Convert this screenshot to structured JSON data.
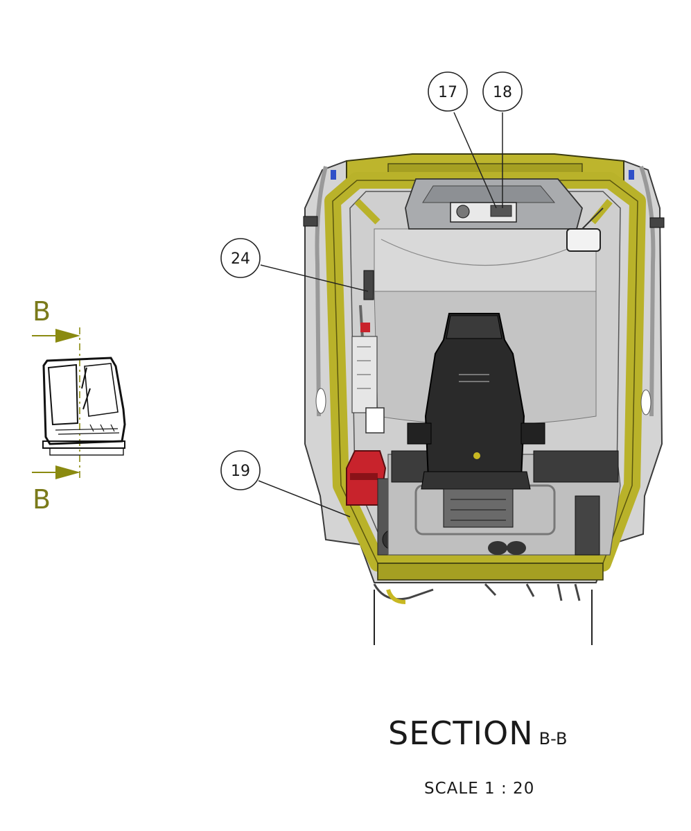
{
  "section_marker": {
    "letter_top": "B",
    "letter_bottom": "B"
  },
  "balloons": [
    {
      "id": "17",
      "label": "17"
    },
    {
      "id": "18",
      "label": "18"
    },
    {
      "id": "24",
      "label": "24"
    },
    {
      "id": "19",
      "label": "19"
    }
  ],
  "title": {
    "main": "SECTION",
    "sub": "B-B"
  },
  "scale": "SCALE  1 : 20",
  "colors": {
    "frame_yellow": "#b9b22a",
    "frame_dark": "#6f6b12",
    "glass_grey": "#c9c9c9",
    "seat_black": "#2a2a2a",
    "accent_red": "#c8232c",
    "accent_blue": "#3050c8",
    "section_arrow": "#8a8a10"
  }
}
